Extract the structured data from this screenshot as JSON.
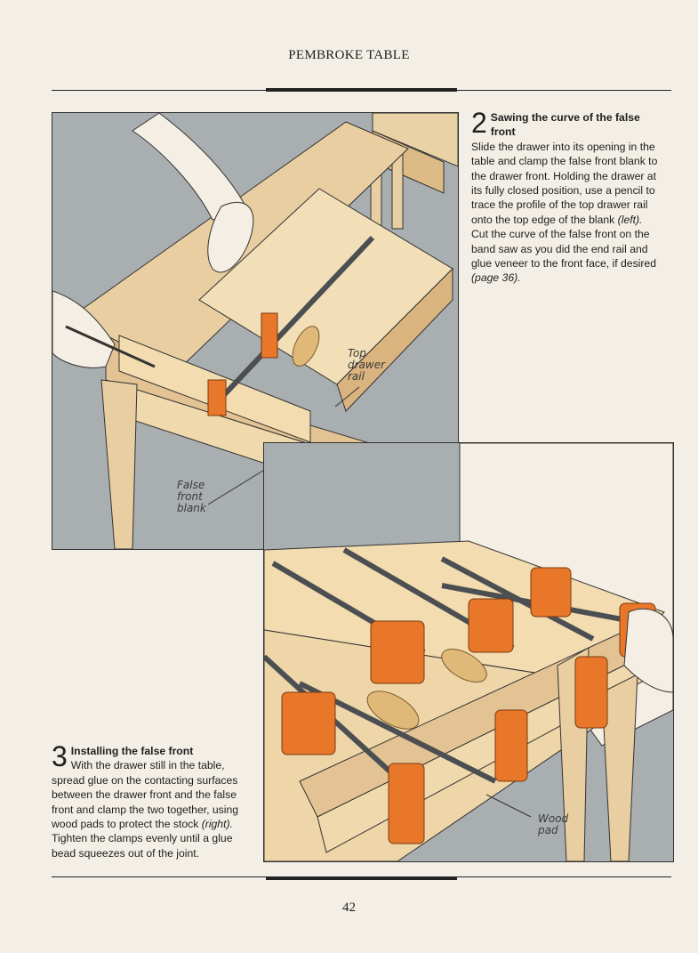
{
  "header": {
    "title": "PEMBROKE TABLE"
  },
  "steps": [
    {
      "number": "2",
      "title": "Sawing the curve of the false front",
      "body_before_ref1": "Slide the drawer into its opening in the table and clamp the false front blank to the drawer front. Holding the drawer at its fully closed position, use a pencil to trace the profile of the top drawer rail onto the top edge of the blank ",
      "ref1": "(left).",
      "body_before_ref2": " Cut the curve of the false front on the band saw as you did the end rail and glue veneer to the front face, if desired ",
      "ref2": "(page 36).",
      "body_after_ref2": ""
    },
    {
      "number": "3",
      "title": "Installing the false front",
      "body_before_ref1": "With the drawer still in the table, spread glue on the contacting surfaces between the drawer front and the false front and clamp the two together, using wood pads to protect the stock ",
      "ref1": "(right).",
      "body_after_ref1": " Tighten the clamps evenly until a glue bead squeezes out of the joint."
    }
  ],
  "figures": {
    "left": {
      "labels": {
        "top_drawer_rail": [
          "Top",
          "drawer",
          "rail"
        ],
        "false_front_blank": [
          "False",
          "front",
          "blank"
        ]
      }
    },
    "right": {
      "labels": {
        "wood_pad": [
          "Wood",
          "pad"
        ]
      }
    }
  },
  "footer": {
    "page_number": "42"
  },
  "colors": {
    "wood": "#ecd4a6",
    "wood_dark": "#d9b47f",
    "clamp": "#e8772a",
    "background": "#a9aeb1",
    "skin": "#f5eee4"
  }
}
